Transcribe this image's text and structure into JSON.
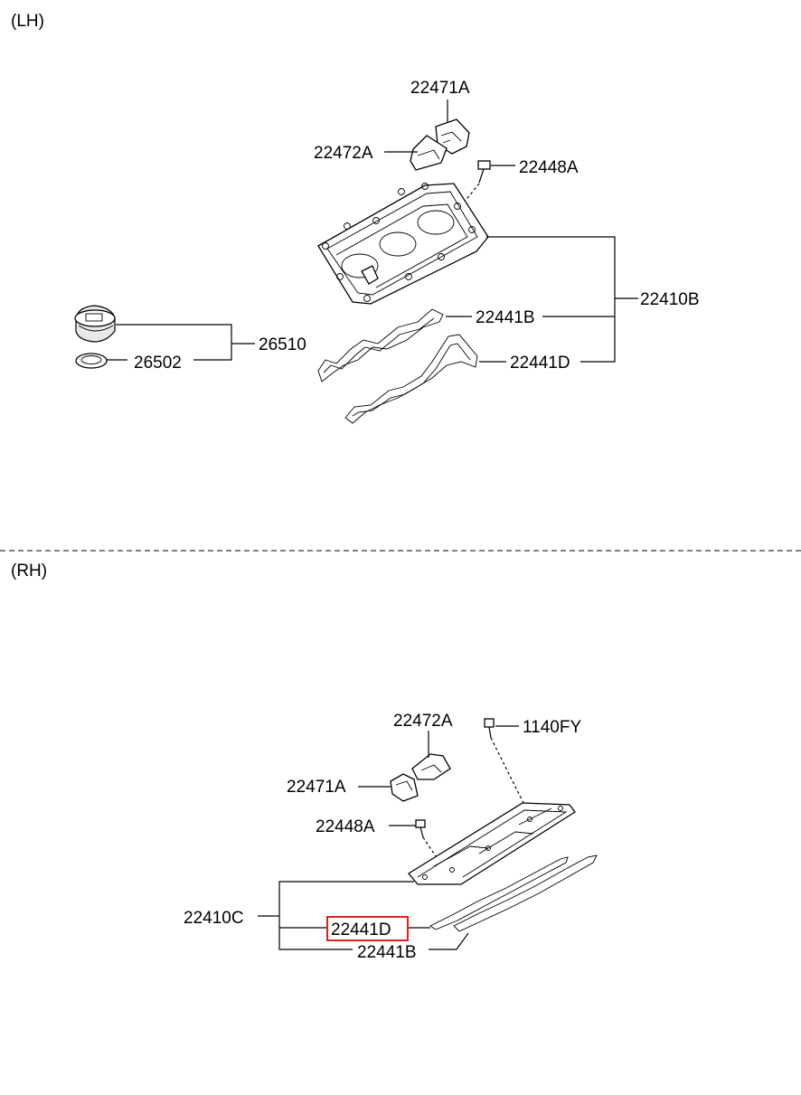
{
  "sections": {
    "lh": "(LH)",
    "rh": "(RH)"
  },
  "lh_labels": {
    "p22471A": "22471A",
    "p22472A": "22472A",
    "p22448A": "22448A",
    "p22410B": "22410B",
    "p22441B": "22441B",
    "p22441D": "22441D",
    "p26510": "26510",
    "p26502": "26502"
  },
  "rh_labels": {
    "p22472A": "22472A",
    "p1140FY": "1140FY",
    "p22471A": "22471A",
    "p22448A": "22448A",
    "p22410C": "22410C",
    "p22441D": "22441D",
    "p22441B": "22441B"
  },
  "highlight": {
    "part": "22441D",
    "color": "#e0201c"
  }
}
